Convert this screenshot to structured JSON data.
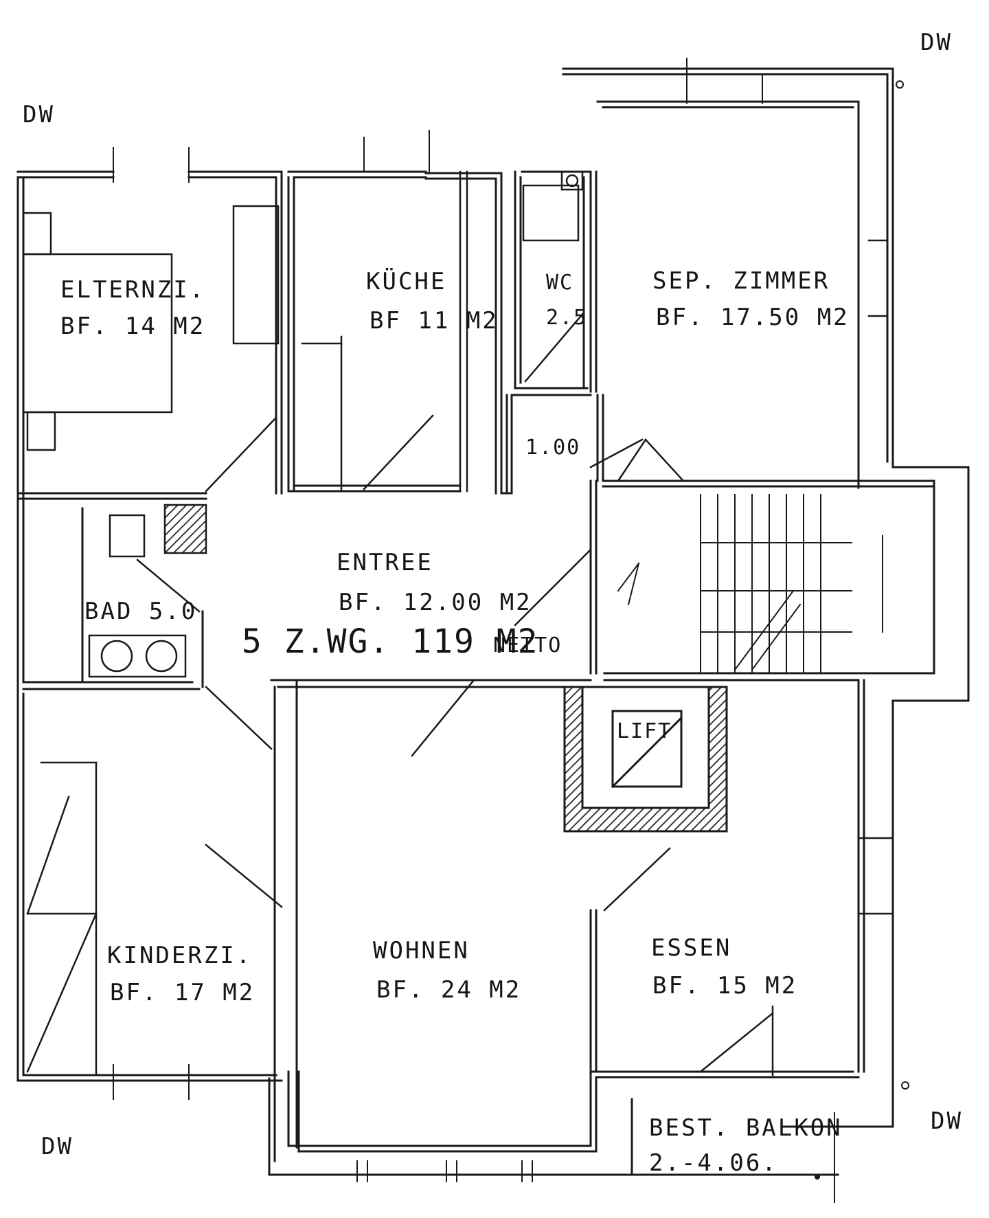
{
  "markers": {
    "dw": "DW"
  },
  "rooms": {
    "elternzi": {
      "name": "ELTERNZI.",
      "area": "BF. 14 M2"
    },
    "kueche": {
      "name": "KÜCHE",
      "area": "BF 11 M2"
    },
    "wc": {
      "name": "WC",
      "area": "2.5"
    },
    "sep_zimmer": {
      "name": "SEP. ZIMMER",
      "area": "BF. 17.50 M2"
    },
    "entree": {
      "name": "ENTREE",
      "area": "BF. 12.00 M2"
    },
    "bad": {
      "name": "BAD 5.0"
    },
    "kinderzi": {
      "name": "KINDERZI.",
      "area": "BF. 17 M2"
    },
    "wohnen": {
      "name": "WOHNEN",
      "area": "BF. 24 M2"
    },
    "essen": {
      "name": "ESSEN",
      "area": "BF. 15 M2"
    },
    "lift": {
      "name": "LIFT"
    }
  },
  "summary": {
    "total": "5 Z.WG. 119 M2",
    "netto": "NETTO"
  },
  "dimension": "1.00",
  "balcony": {
    "label": "BEST. BALKON",
    "date": "2.-4.06."
  }
}
